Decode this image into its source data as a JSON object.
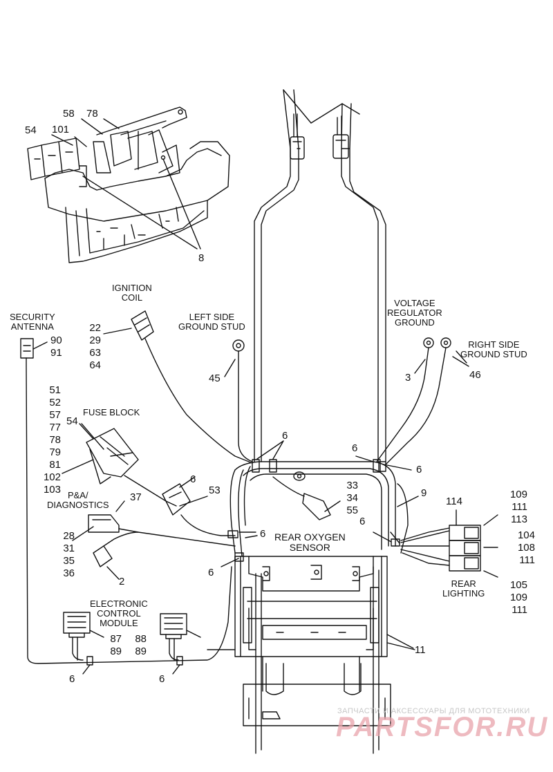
{
  "labels": {
    "top_54": "54",
    "top_101": "101",
    "top_58": "58",
    "top_78": "78",
    "top_8": "8",
    "ignition_coil": "IGNITION\nCOIL",
    "ign_22": "22",
    "ign_29": "29",
    "ign_63": "63",
    "ign_64": "64",
    "left_ground": "LEFT SIDE\nGROUND STUD",
    "n45": "45",
    "security_antenna": "SECURITY\nANTENNA",
    "sec_90": "90",
    "sec_91": "91",
    "voltage_regulator": "VOLTAGE\nREGULATOR\nGROUND",
    "n3": "3",
    "right_ground": "RIGHT SIDE\nGROUND STUD",
    "n46": "46",
    "fuse_block": "FUSE BLOCK",
    "fuse_54": "54",
    "fuse_list": [
      "51",
      "52",
      "57",
      "77",
      "78",
      "79",
      "81",
      "102",
      "103"
    ],
    "clip_6": "6",
    "n53": "53",
    "pa_diagnostics": "P&A/\nDIAGNOSTICS",
    "n37": "37",
    "pa_list": [
      "28",
      "31",
      "35",
      "36"
    ],
    "n2": "2",
    "rear_oxygen": "REAR OXYGEN\nSENSOR",
    "oxy_list": [
      "33",
      "34",
      "55"
    ],
    "n9": "9",
    "n114": "114",
    "rl_top": [
      "109",
      "111",
      "113"
    ],
    "rl_mid": [
      "104",
      "108",
      "111"
    ],
    "rl_bot": [
      "105",
      "109",
      "111"
    ],
    "rear_lighting": "REAR\nLIGHTING",
    "ecm": "ELECTRONIC\nCONTROL\nMODULE",
    "ecm_l": [
      "87",
      "89"
    ],
    "ecm_r": [
      "88",
      "89"
    ],
    "n11": "11"
  },
  "watermark": {
    "small": "ЗАПЧАСТИ И АКСЕССУАРЫ ДЛЯ МОТОТЕХНИКИ",
    "big": "PARTSFOR.RU",
    "color": "#e9a4ab"
  }
}
